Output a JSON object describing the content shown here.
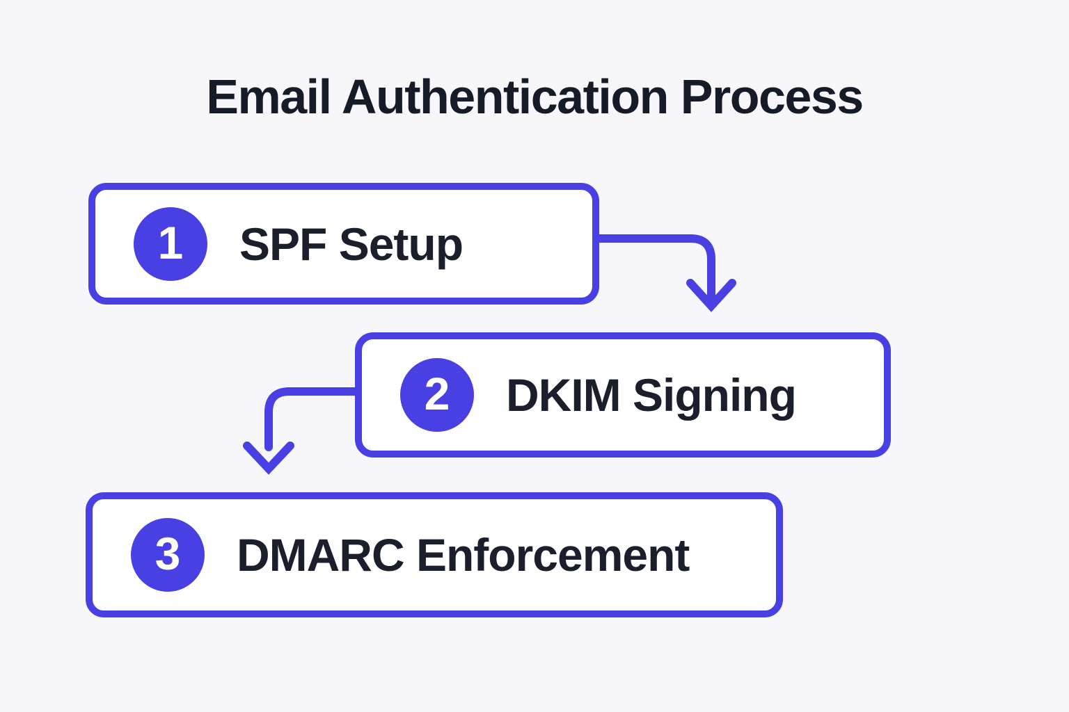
{
  "title": "Email Authentication Process",
  "steps": [
    {
      "number": "1",
      "label": "SPF Setup"
    },
    {
      "number": "2",
      "label": "DKIM Signing"
    },
    {
      "number": "3",
      "label": "DMARC Enforcement"
    }
  ],
  "connectors": [
    {
      "name": "arrow-step1-to-step2",
      "from": "SPF Setup",
      "to": "DKIM Signing",
      "direction": "down"
    },
    {
      "name": "arrow-step2-to-step3",
      "from": "DKIM Signing",
      "to": "DMARC Enforcement",
      "direction": "down"
    }
  ],
  "colors": {
    "accent": "#4840E2",
    "title_text": "#161B28",
    "step_text": "#1A1F2B",
    "badge_text": "#FFFFFF",
    "box_fill": "#FFFFFF",
    "background": "#F7F7F9"
  }
}
